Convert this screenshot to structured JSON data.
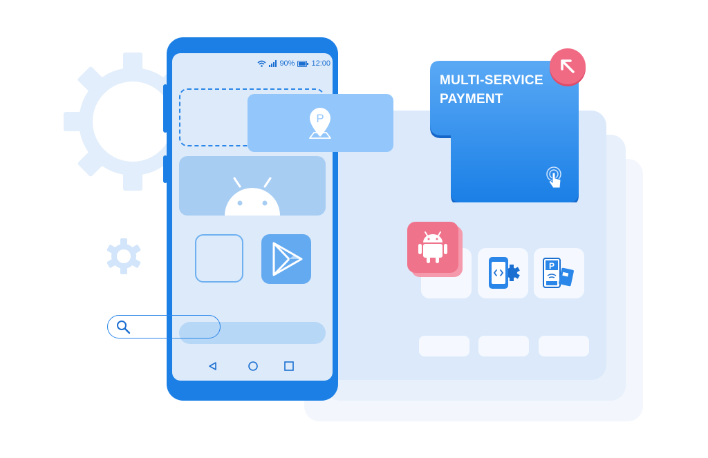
{
  "colors": {
    "primary": "#1b7fe6",
    "accent_pink": "#f16a84",
    "light_blue": "#dbe9fa",
    "card_blue": "#2a8cf0"
  },
  "phone": {
    "status": {
      "battery_percent": "90%",
      "time": "12:00"
    }
  },
  "payment_card": {
    "line1": "MULTI-SERVICE",
    "line2": "PAYMENT"
  },
  "parking_card": {
    "marker_letter": "P"
  },
  "icons": {
    "wifi": "wifi-icon",
    "signal": "signal-icon",
    "battery": "battery-icon",
    "search": "search-icon",
    "android": "android-icon",
    "play": "play-store-icon",
    "parking": "parking-pin-icon",
    "arrow": "arrow-up-left-icon",
    "tap": "tap-icon",
    "mobile_code": "mobile-code-gear-icon",
    "parking_meter": "parking-payment-icon"
  }
}
